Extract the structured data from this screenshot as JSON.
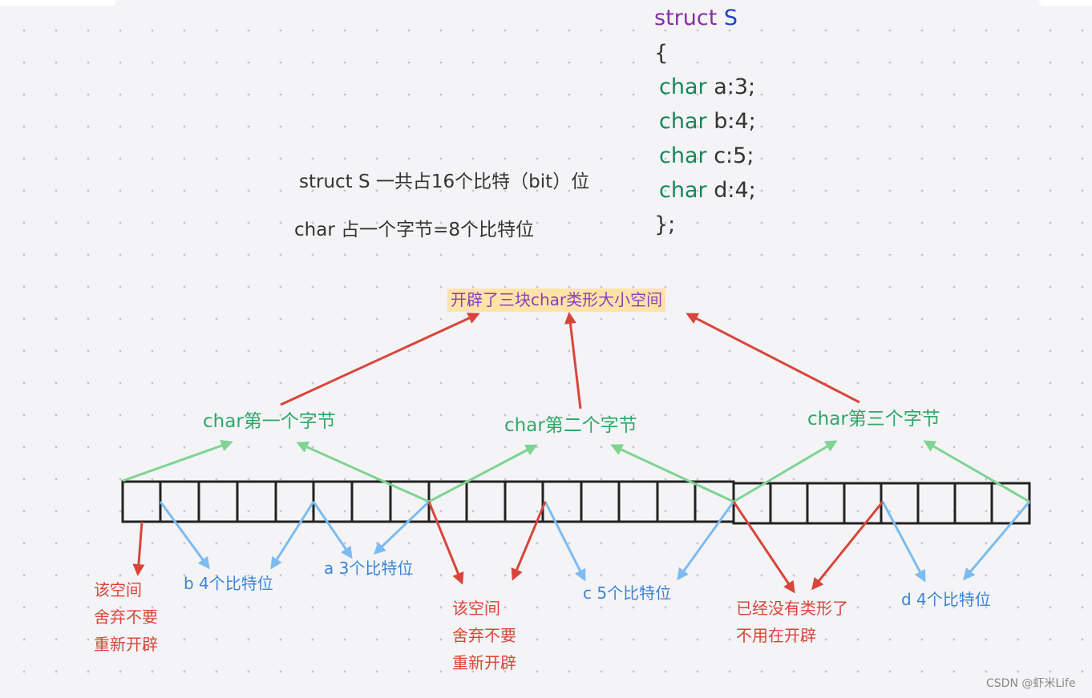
{
  "code": {
    "struct_kw": "struct",
    "struct_name": "S",
    "open_brace": "{",
    "members": [
      {
        "type": "char",
        "decl": "a:3;"
      },
      {
        "type": "char",
        "decl": "b:4;"
      },
      {
        "type": "char",
        "decl": "c:5;"
      },
      {
        "type": "char",
        "decl": "d:4;"
      }
    ],
    "close_brace": "};"
  },
  "notes": {
    "total_bits": "struct S 一共占16个比特（bit）位",
    "char_size": "char 占一个字节=8个比特位"
  },
  "title": "开辟了三块char类形大小空间",
  "bytes": [
    "char第一个字节",
    "char第二个字节",
    "char第三个字节"
  ],
  "red_labels": {
    "discard_1": [
      "该空间",
      "舍弃不要",
      "重新开辟"
    ],
    "discard_2": [
      "该空间",
      "舍弃不要",
      "重新开辟"
    ],
    "no_more": [
      "已经没有类形了",
      "不用在开辟"
    ]
  },
  "blue_labels": {
    "b": "b 4个比特位",
    "a": "a 3个比特位",
    "c": "c 5个比特位",
    "d": "d 4个比特位"
  },
  "watermark": "CSDN @虾米Life",
  "colors": {
    "green_arrow": "#7ed492",
    "red_arrow": "#d9453b",
    "blue_arrow": "#7cbcf0",
    "cell_border": "#222222"
  }
}
